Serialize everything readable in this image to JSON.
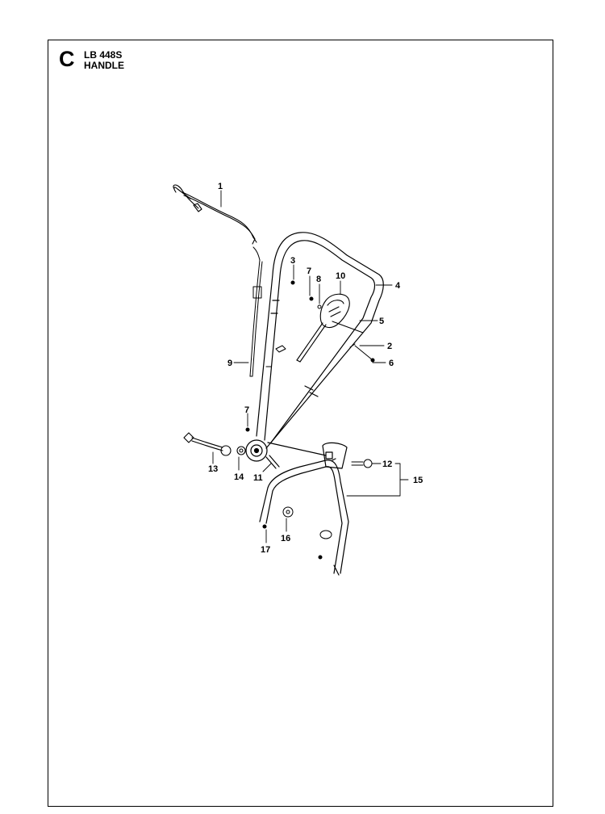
{
  "header": {
    "section_letter": "C",
    "model": "LB 448S",
    "title": "HANDLE"
  },
  "callouts": {
    "c1": "1",
    "c2": "2",
    "c3": "3",
    "c4": "4",
    "c5": "5",
    "c6": "6",
    "c7a": "7",
    "c7b": "7",
    "c8": "8",
    "c9": "9",
    "c10": "10",
    "c11": "11",
    "c12": "12",
    "c13": "13",
    "c14": "14",
    "c15": "15",
    "c16": "16",
    "c17": "17"
  }
}
